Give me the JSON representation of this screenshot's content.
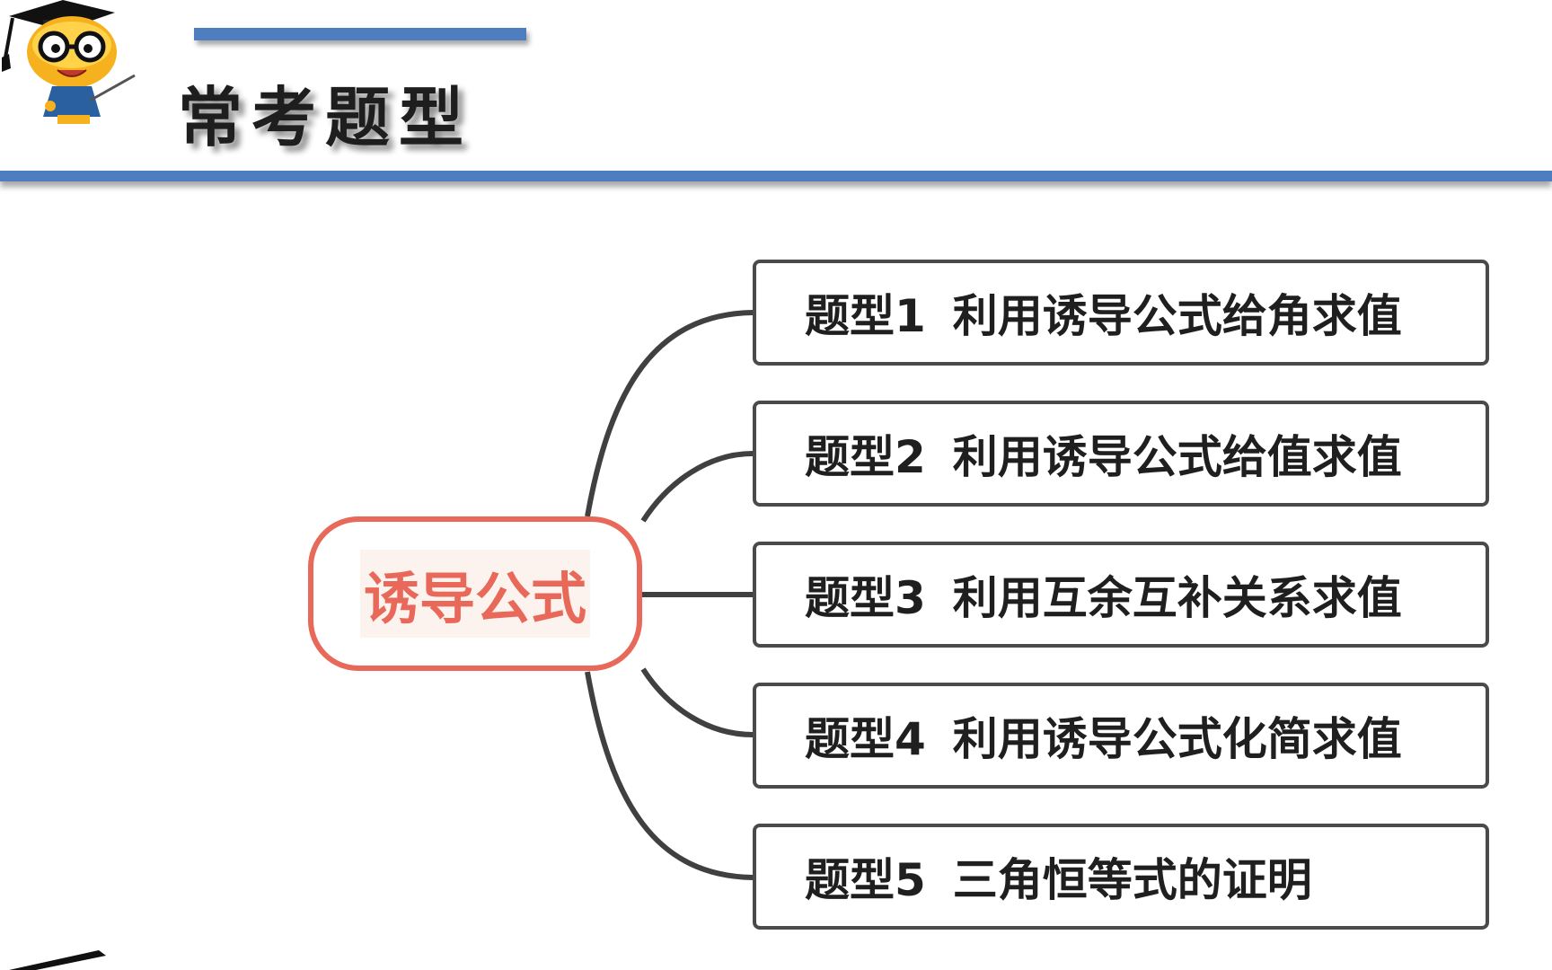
{
  "header": {
    "title": "常考题型",
    "mascot_icon": "graduate-mascot-icon",
    "accent_color": "#4f7ec0"
  },
  "mindmap": {
    "root": {
      "label": "诱导公式",
      "color": "#e8685a"
    },
    "branches": [
      {
        "tag": "题型1",
        "text": "利用诱导公式给角求值"
      },
      {
        "tag": "题型2",
        "text": "利用诱导公式给值求值"
      },
      {
        "tag": "题型3",
        "text": "利用互余互补关系求值"
      },
      {
        "tag": "题型4",
        "text": "利用诱导公式化简求值"
      },
      {
        "tag": "题型5",
        "text": "三角恒等式的证明"
      }
    ],
    "connector_color": "#404040"
  }
}
